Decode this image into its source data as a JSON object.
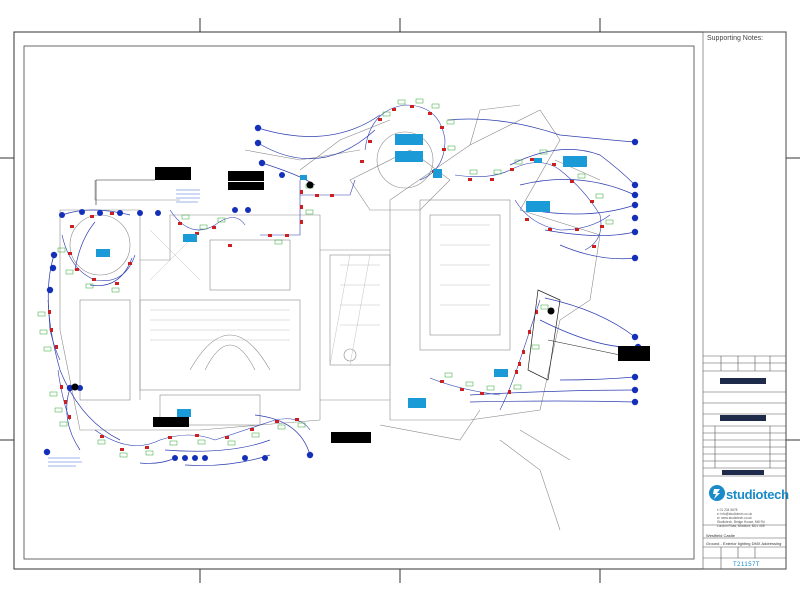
{
  "sheet": {
    "supporting_notes_title": "Supporting Notes:",
    "company": {
      "name": "studiotech",
      "contact_lines": [
        "t: 01 234 5678",
        "e: info@studiotech.co.uk",
        "w: www.studiotech.co.uk",
        "Studiotech, Bridge House, Mill Rd",
        "London Road, Bradford, BD1 4SE"
      ]
    },
    "project_name": "Westfield Castle",
    "drawing_title": "Ground - Exterior lighting DMX Addressing",
    "drawing_number": "T21157T"
  },
  "colors": {
    "cable": "#2f3fb0",
    "node": "#1530b8",
    "fitting": "#cc1f1f",
    "label": "#2aa52a",
    "zone_tag": "#1a9ad7",
    "redaction": "#000000",
    "building": "#8a8a8a",
    "brand": "#1a8ac9"
  }
}
